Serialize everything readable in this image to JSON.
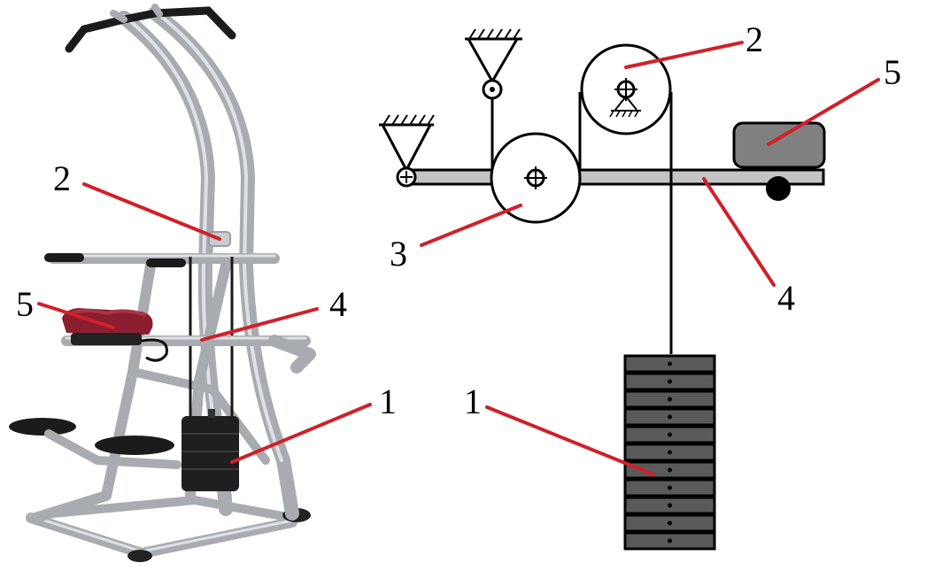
{
  "photo": {
    "labels": {
      "pulley": "2",
      "seat": "5",
      "lever": "4",
      "weight_stack": "1"
    },
    "colors": {
      "frame": "#b9bdc2",
      "seat": "#8a1e2e",
      "pad": "#1b1b1b",
      "leader": "#d0202a"
    }
  },
  "schematic": {
    "labels": {
      "pulley": "2",
      "seat_weight": "5",
      "roller": "3",
      "lever": "4",
      "weight_stack": "1"
    },
    "weight_plate_count": 11,
    "colors": {
      "lever": "#c4c4c4",
      "seat": "#808080",
      "plates": "#5a5a5a",
      "leader": "#d0202a"
    }
  }
}
